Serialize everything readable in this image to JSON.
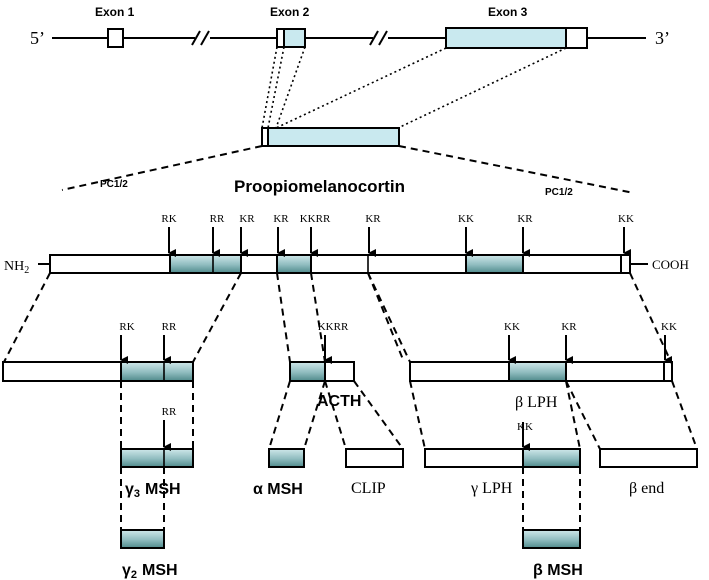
{
  "gene": {
    "five_prime": "5’",
    "three_prime": "3’",
    "exon1": "Exon 1",
    "exon2": "Exon 2",
    "exon3": "Exon 3"
  },
  "protein": {
    "title": "Proopiomelanocortin",
    "pc_left": "PC1/2",
    "pc_right": "PC1/2",
    "nh2": "NH",
    "nh2_sub": "2",
    "cooh": "COOH"
  },
  "cleavage_sites": {
    "top": [
      "RK",
      "RR",
      "KR",
      "KR",
      "KKRR",
      "KR",
      "KK",
      "KR",
      "KK"
    ],
    "left_row": [
      "RK",
      "RR"
    ],
    "mid_row": [
      "KKRR"
    ],
    "right_row": [
      "KK",
      "KR",
      "KK"
    ],
    "gamma3": [
      "RR"
    ],
    "gamma_lph": [
      "KK"
    ]
  },
  "products": {
    "acth": "ACTH",
    "beta_lph": "β LPH",
    "gamma3_greek": "γ",
    "gamma3_sub": "3",
    "gamma3_msh": "MSH",
    "alpha_msh": "α MSH",
    "clip": "CLIP",
    "gamma_lph": "γ LPH",
    "beta_end": "β end",
    "gamma2_greek": "γ",
    "gamma2_sub": "2",
    "gamma2_msh": "MSH",
    "beta_msh": "β MSH"
  },
  "colors": {
    "exon_fill": "#c9e9ef",
    "segment_teal_light": "#cfe8ea",
    "segment_teal_dark": "#4f8a8b"
  }
}
